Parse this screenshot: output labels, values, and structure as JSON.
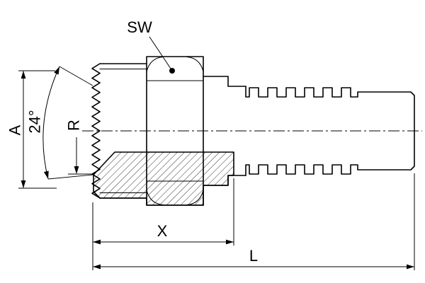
{
  "drawing": {
    "labels": {
      "sw": "SW",
      "a": "A",
      "cone_angle": "24°",
      "r": "R",
      "x": "X",
      "l": "L"
    },
    "colors": {
      "line": "#000000",
      "background": "#ffffff"
    }
  }
}
